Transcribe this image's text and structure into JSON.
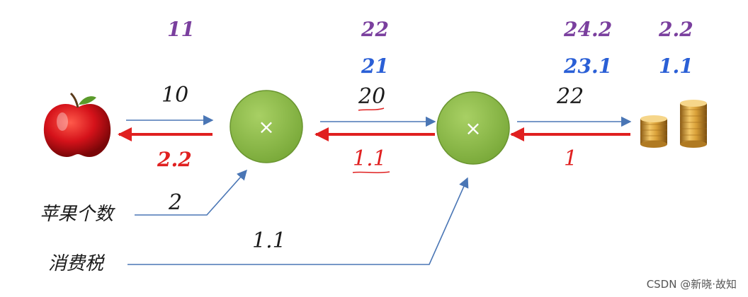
{
  "nodes": {
    "mul1_symbol": "×",
    "mul2_symbol": "×"
  },
  "inputs": {
    "apple_count_label": "苹果个数",
    "tax_label": "消费税"
  },
  "forward": {
    "apple_price": "10",
    "apple_count": "2",
    "subtotal": "20",
    "tax": "1.1",
    "total": "22"
  },
  "backward": {
    "d_total": "1",
    "d_subtotal": "1.1",
    "d_apple_price": "2.2"
  },
  "top_row_purple": {
    "v1": "11",
    "v2": "22",
    "v3": "24.2",
    "v4": "2.2"
  },
  "top_row_blue": {
    "v2": "21",
    "v3": "23.1",
    "v4": "1.1"
  },
  "watermark": "CSDN @新晓·故知",
  "colors": {
    "forward_arrow": "#4a76b5",
    "backward_arrow": "#e02020",
    "node_fill": "#8dbd4a",
    "purple": "#7a3f9e",
    "blue": "#2a5fd6"
  }
}
